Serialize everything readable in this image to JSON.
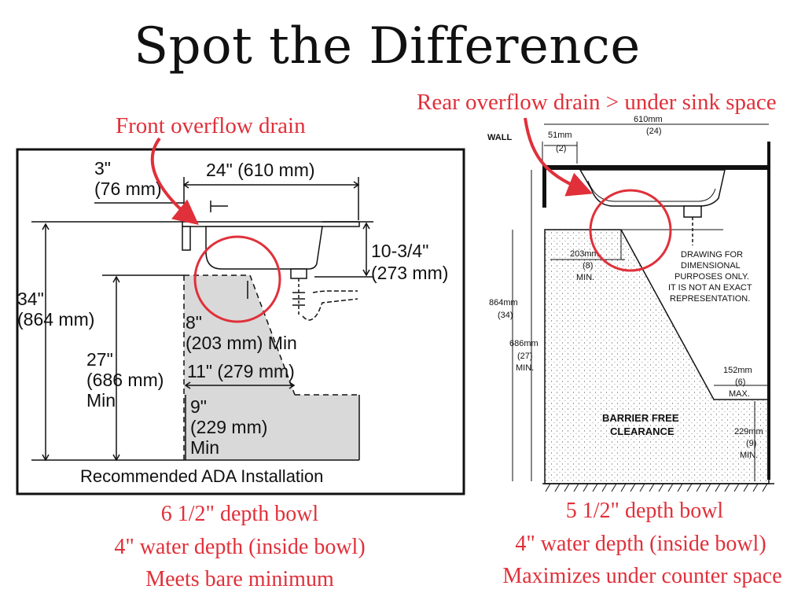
{
  "title": "Spot the Difference",
  "annotations": {
    "front_overflow": "Front overflow drain",
    "rear_overflow": "Rear overflow drain > under sink space"
  },
  "left_diagram": {
    "dim_3": "3\"",
    "dim_76": "(76 mm)",
    "dim_24": "24\" (610 mm)",
    "dim_10_3_4": "10-3/4\"",
    "dim_273": "(273 mm)",
    "dim_34": "34\"",
    "dim_864": "(864 mm)",
    "dim_27": "27\"",
    "dim_686": "(686 mm)",
    "dim_min_27": "Min",
    "dim_8": "8\"",
    "dim_203": "(203 mm) Min",
    "dim_11": "11\" (279 mm)",
    "dim_9": "9\"",
    "dim_229": "(229 mm)",
    "dim_min_9": "Min",
    "caption": "Recommended ADA Installation"
  },
  "right_diagram": {
    "wall": "WALL",
    "dim_610mm": "610mm",
    "dim_24": "(24)",
    "dim_51mm": "51mm",
    "dim_2": "(2)",
    "dim_203mm": "203mm",
    "dim_8": "(8)",
    "dim_8_min": "MIN.",
    "note_1": "DRAWING FOR",
    "note_2": "DIMENSIONAL",
    "note_3": "PURPOSES ONLY.",
    "note_4": "IT IS NOT AN EXACT",
    "note_5": "REPRESENTATION.",
    "dim_864mm": "864mm",
    "dim_34": "(34)",
    "dim_686mm": "686mm",
    "dim_27": "(27)",
    "dim_27_min": "MIN.",
    "dim_152mm": "152mm",
    "dim_6": "(6)",
    "dim_6_max": "MAX.",
    "barrier_1": "BARRIER FREE",
    "barrier_2": "CLEARANCE",
    "dim_229mm": "229mm",
    "dim_9": "(9)",
    "dim_9_min": "MIN."
  },
  "captions_left": [
    "6 1/2\" depth bowl",
    "4\" water depth (inside bowl)",
    "Meets bare minimum"
  ],
  "captions_right": [
    "5 1/2\" depth bowl",
    "4\" water depth (inside bowl)",
    "Maximizes under counter space"
  ],
  "colors": {
    "annotation": "#e0303a",
    "clearance_fill": "#d9d9d9",
    "line": "#111111"
  }
}
